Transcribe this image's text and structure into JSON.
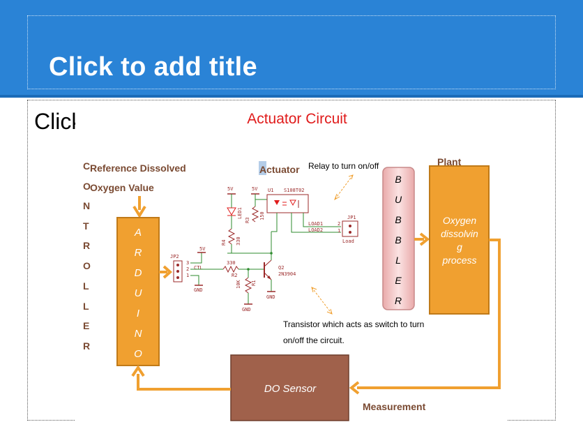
{
  "slide": {
    "title_placeholder": "Click to add title",
    "content_placeholder": "Click to add text"
  },
  "diagram": {
    "title": "Actuator Circuit",
    "controller_letters": [
      "C",
      "O",
      "N",
      "T",
      "R",
      "O",
      "L",
      "L",
      "E",
      "R"
    ],
    "reference_label_line1": "Reference Dissolved",
    "reference_label_line2": "Oxygen Value",
    "arduino_letters": [
      "A",
      "R",
      "D",
      "U",
      "I",
      "N",
      "O"
    ],
    "actuator_label": "Actuator",
    "relay_note": "Relay to turn on/off",
    "transistor_note_line1": "Transistor which acts as switch to turn",
    "transistor_note_line2": "on/off the circuit.",
    "bubbler_letters": [
      "B",
      "U",
      "B",
      "B",
      "L",
      "E",
      "R"
    ],
    "plant_label": "Plant",
    "plant_box_lines": [
      "Oxygen",
      "dissolvin",
      "g",
      "process"
    ],
    "sensor_label": "DO Sensor",
    "measurement_label": "Measurement",
    "schematic": {
      "v5_a": "5V",
      "v5_b": "5V",
      "v5_c": "5V",
      "u1": "U1",
      "relay_part": "S108T02",
      "led": "LED1",
      "r3": "R3",
      "r3_val": "150",
      "r4": "R4",
      "r4_val": "330",
      "jp1": "JP1",
      "load1": "LOAD1",
      "load2": "LOAD2",
      "load": "Load",
      "pin1": "1",
      "pin2": "2",
      "pin3": "3",
      "jp2": "JP2",
      "ctl": "CTL",
      "gnd": "GND",
      "r2_val": "330",
      "r2": "R2",
      "q2": "Q2",
      "q2_part": "2N3904",
      "r1_val": "10K",
      "r1": "R1"
    },
    "colors": {
      "orange": "#f0a030",
      "sensor_brown": "#a0614b",
      "bubbler_pink": "#f4c6c6",
      "text_brown": "#7a4a32",
      "title_red": "#e01b1b"
    }
  }
}
